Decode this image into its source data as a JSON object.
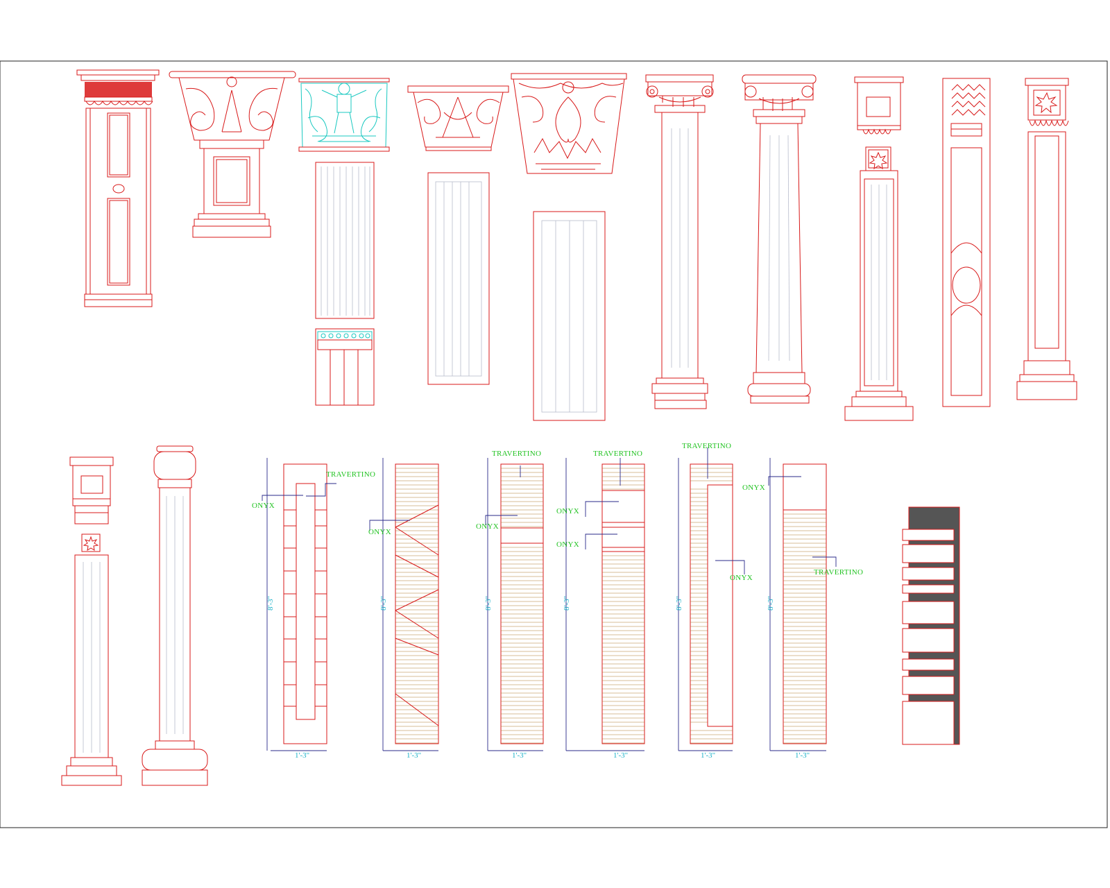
{
  "drawing": {
    "title": "",
    "column_elevations": [
      {
        "name": "ornate-pilaster"
      },
      {
        "name": "corinthian-capital-with-pedestal"
      },
      {
        "name": "cherub-capital-fluted-shaft"
      },
      {
        "name": "corinthian-capital-fluted-panel"
      },
      {
        "name": "acanthus-capital-fluted-panel"
      },
      {
        "name": "ionic-column"
      },
      {
        "name": "ionic-column-tapered"
      },
      {
        "name": "starred-pilaster"
      },
      {
        "name": "wave-pattern-pilaster"
      },
      {
        "name": "star-capital-pilaster"
      },
      {
        "name": "small-pilaster"
      },
      {
        "name": "round-fluted-column"
      }
    ],
    "cladding_details": [
      {
        "labels": [
          "TRAVERTINO",
          "ONYX"
        ],
        "height": "8'-3\"",
        "width": "1'-3\""
      },
      {
        "labels": [
          "ONYX"
        ],
        "height": "8'-3\"",
        "width": "1'-3\""
      },
      {
        "labels": [
          "TRAVERTINO",
          "ONYX"
        ],
        "height": "8'-3\"",
        "width": "1'-3\""
      },
      {
        "labels": [
          "TRAVERTINO",
          "ONYX",
          "ONYX"
        ],
        "height": "8'-3\"",
        "width": "1'-3\""
      },
      {
        "labels": [
          "TRAVERTINO",
          "ONYX"
        ],
        "height": "8'-3\"",
        "width": "1'-3\""
      },
      {
        "labels": [
          "ONYX",
          "TRAVERTINO"
        ],
        "height": "8'-3\"",
        "width": "1'-3\""
      }
    ]
  },
  "colors": {
    "linework": "#d81818",
    "ornament": "#18c8c0",
    "label": "#22c322",
    "dimension": "#1ab0c8",
    "leader": "#2a2a8a",
    "hatch": "#b07a30",
    "fill_dark": "#555555"
  }
}
